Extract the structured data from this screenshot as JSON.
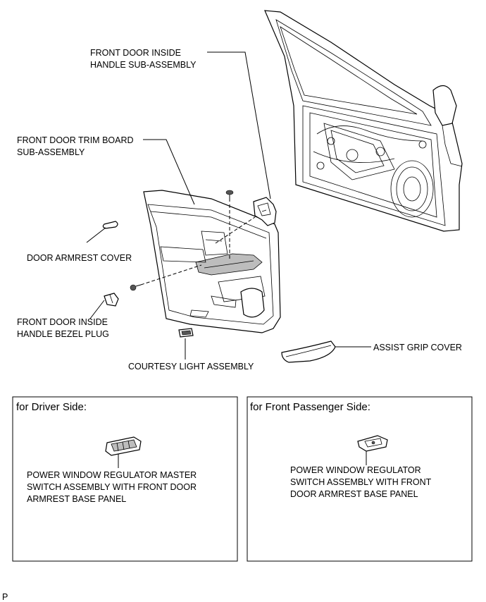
{
  "labels": {
    "inside_handle": [
      "FRONT DOOR INSIDE",
      "HANDLE SUB-ASSEMBLY"
    ],
    "trim_board": [
      "FRONT DOOR TRIM BOARD",
      "SUB-ASSEMBLY"
    ],
    "armrest_cover": [
      "DOOR ARMREST COVER"
    ],
    "bezel_plug": [
      "FRONT DOOR INSIDE",
      "HANDLE BEZEL PLUG"
    ],
    "courtesy_light": [
      "COURTESY LIGHT ASSEMBLY"
    ],
    "assist_grip": [
      "ASSIST GRIP COVER"
    ]
  },
  "boxes": {
    "driver": {
      "title": "for Driver Side:",
      "label": [
        "POWER WINDOW REGULATOR MASTER",
        "SWITCH ASSEMBLY WITH FRONT DOOR",
        "ARMREST BASE PANEL"
      ]
    },
    "passenger": {
      "title": "for Front Passenger Side:",
      "label": [
        "POWER WINDOW REGULATOR",
        "SWITCH ASSEMBLY WITH FRONT",
        "DOOR ARMREST BASE PANEL"
      ]
    }
  },
  "footer": {
    "code": "P"
  }
}
